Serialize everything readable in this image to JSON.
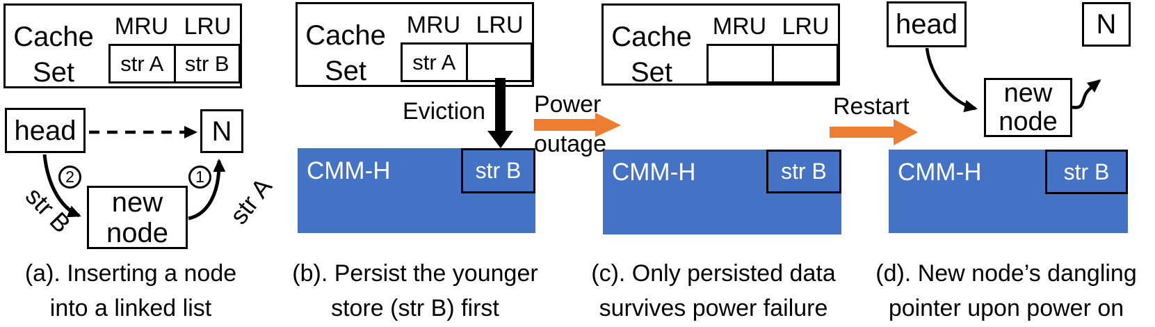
{
  "colors": {
    "blue": "#4472C4",
    "orange": "#ED7D31",
    "black": "#000000"
  },
  "panels": [
    {
      "caption_line1": "(a). Inserting a node",
      "caption_line2": "into a linked list",
      "cache_set": {
        "title_line1": "Cache",
        "title_line2": "Set",
        "mru": "MRU",
        "lru": "LRU",
        "cells": [
          "str A",
          "str B"
        ]
      },
      "nodes": {
        "head": "head",
        "n": "N",
        "new_line1": "new",
        "new_line2": "node"
      },
      "steps": {
        "first": "1",
        "second": "2"
      },
      "edge_labels": {
        "str_a": "str A",
        "str_b": "str B"
      }
    },
    {
      "caption_line1": "(b). Persist the younger",
      "caption_line2": "store (str B) first",
      "cache_set": {
        "title_line1": "Cache",
        "title_line2": "Set",
        "mru": "MRU",
        "lru": "LRU",
        "cells": [
          "str A",
          ""
        ]
      },
      "eviction_label": "Eviction",
      "cmmh": {
        "label": "CMM-H",
        "cell": "str B"
      }
    },
    {
      "caption_line1": "(c). Only persisted data",
      "caption_line2": "survives power failure",
      "cache_set": {
        "title_line1": "Cache",
        "title_line2": "Set",
        "mru": "MRU",
        "lru": "LRU",
        "cells": [
          "",
          ""
        ]
      },
      "cmmh": {
        "label": "CMM-H",
        "cell": "str B"
      }
    },
    {
      "caption_line1": "(d). New node’s dangling",
      "caption_line2": "pointer upon power on",
      "nodes": {
        "head": "head",
        "n": "N",
        "new_line1": "new",
        "new_line2": "node"
      },
      "cmmh": {
        "label": "CMM-H",
        "cell": "str B"
      }
    }
  ],
  "transitions": {
    "power_line1": "Power",
    "power_line2": "outage",
    "restart": "Restart"
  }
}
